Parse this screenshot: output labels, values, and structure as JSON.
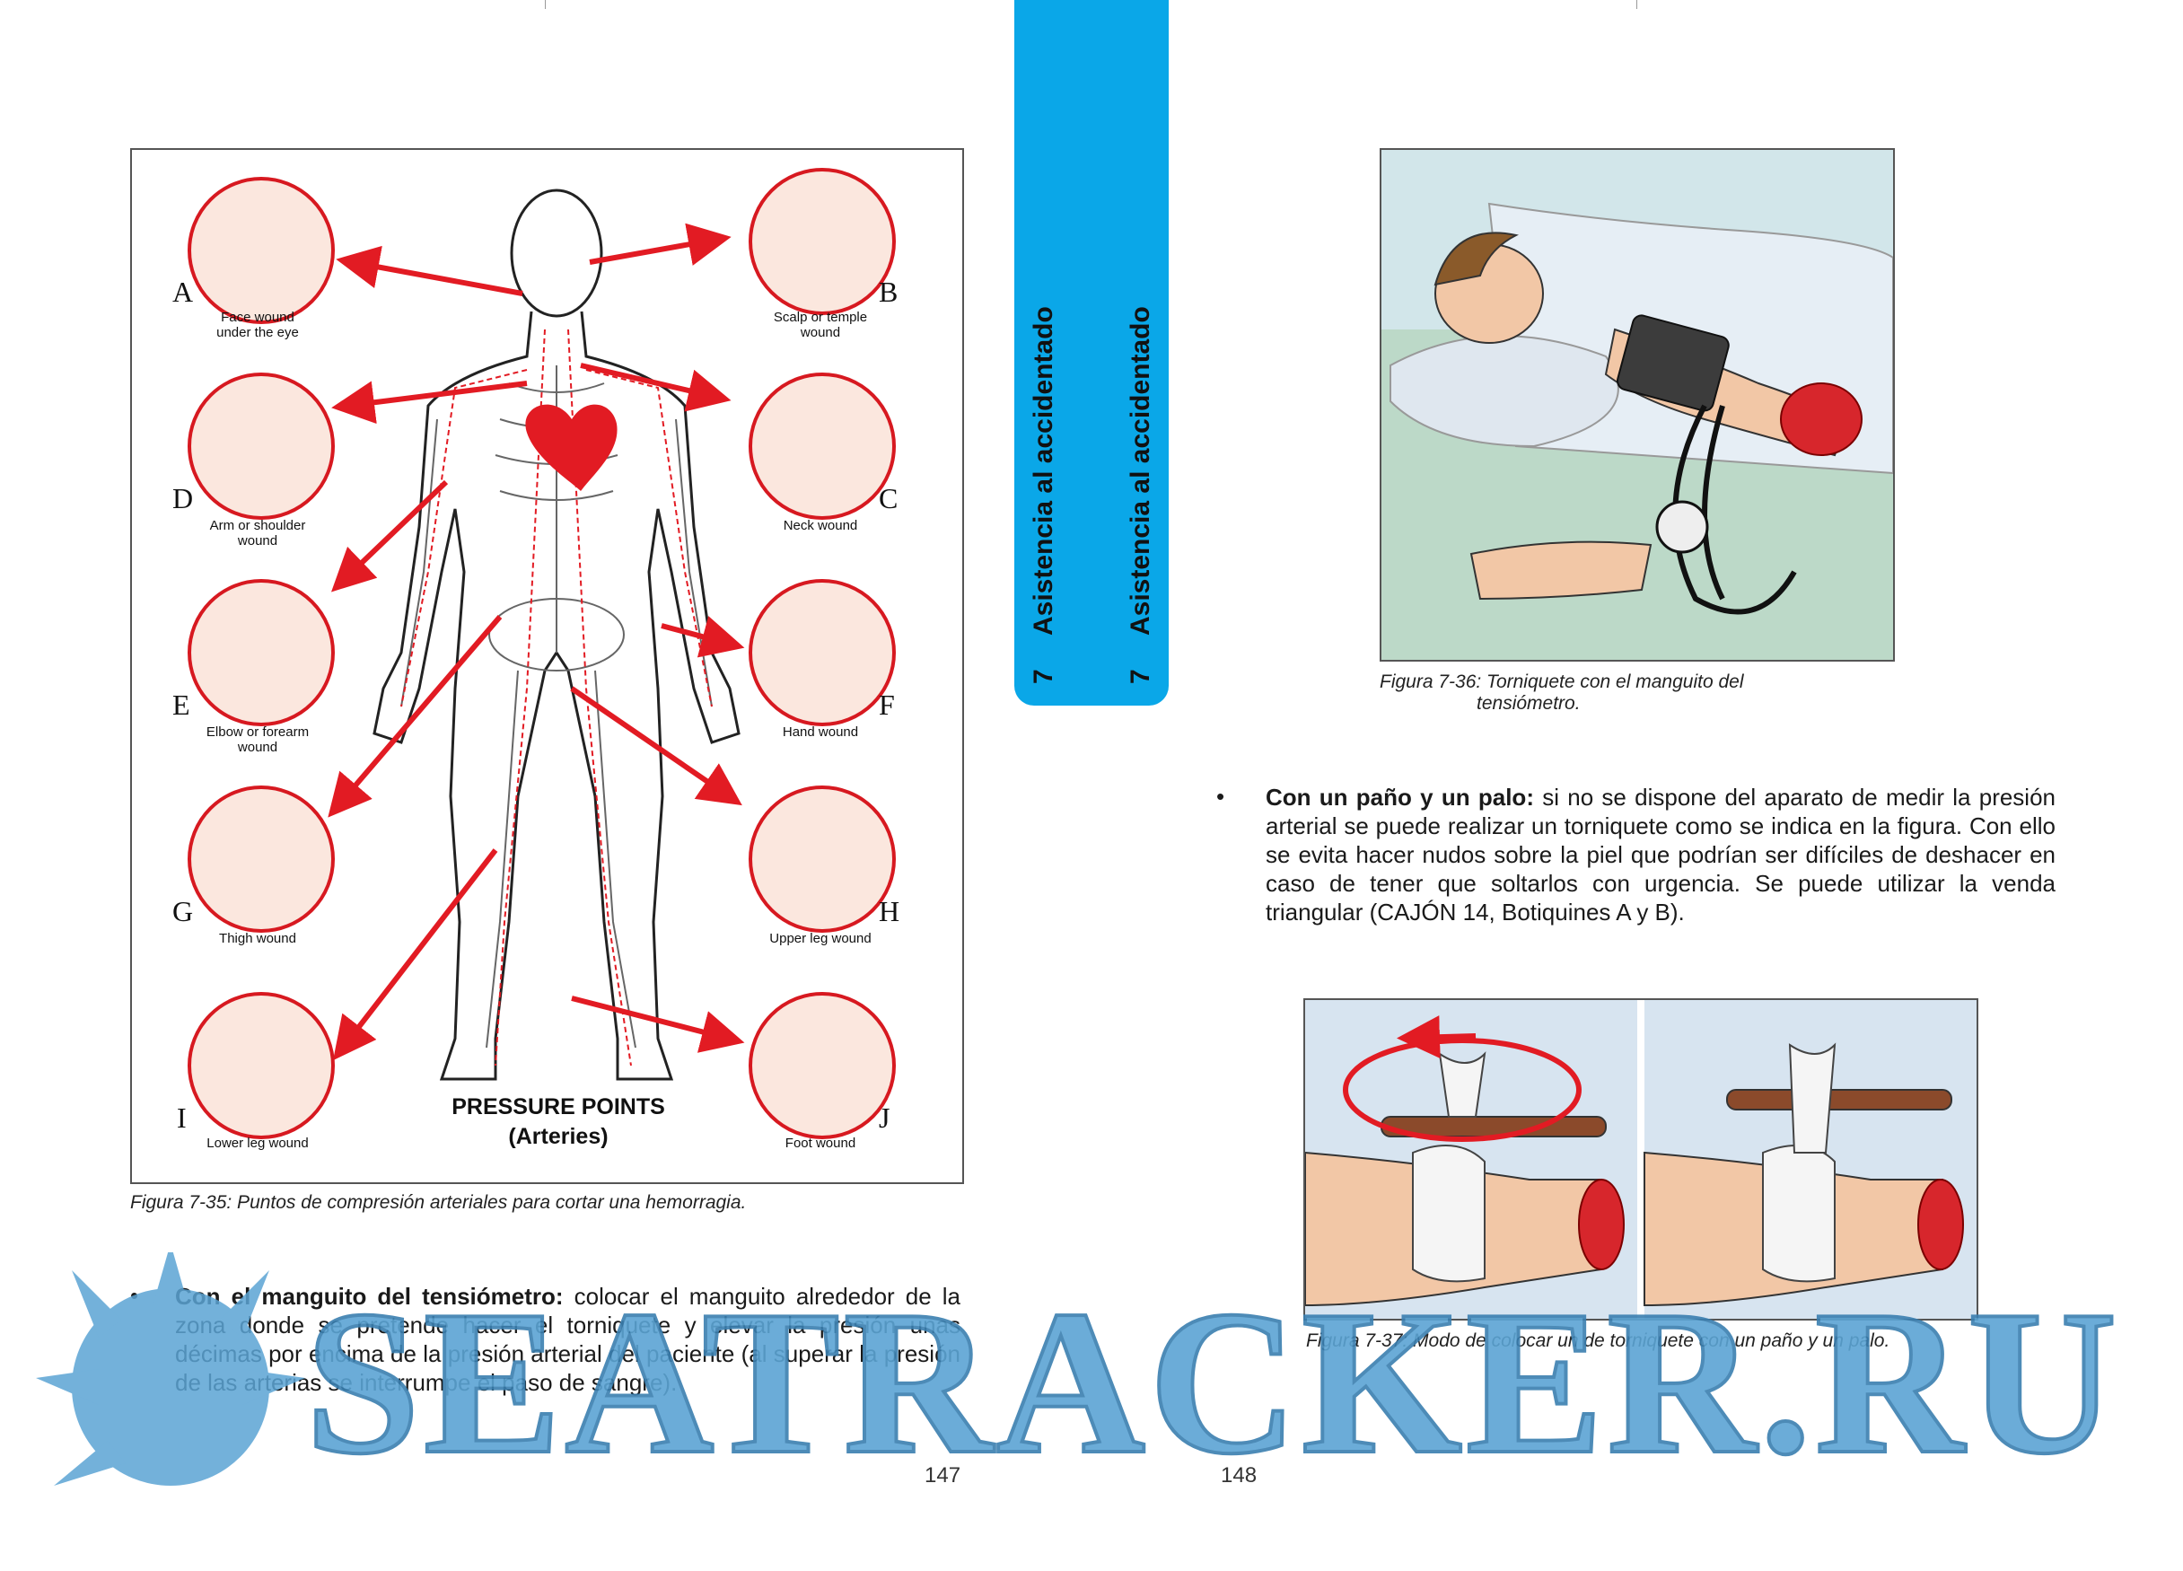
{
  "pressure_points": {
    "title_line1": "PRESSURE POINTS",
    "title_line2": "(Arteries)",
    "items": [
      {
        "letter": "A",
        "caption_line1": "Face wound",
        "caption_line2": "under the eye"
      },
      {
        "letter": "B",
        "caption_line1": "Scalp or temple",
        "caption_line2": "wound"
      },
      {
        "letter": "D",
        "caption_line1": "Arm or shoulder",
        "caption_line2": "wound"
      },
      {
        "letter": "C",
        "caption_line1": "Neck wound",
        "caption_line2": ""
      },
      {
        "letter": "E",
        "caption_line1": "Elbow or forearm",
        "caption_line2": "wound"
      },
      {
        "letter": "F",
        "caption_line1": "Hand wound",
        "caption_line2": ""
      },
      {
        "letter": "G",
        "caption_line1": "Thigh wound",
        "caption_line2": ""
      },
      {
        "letter": "H",
        "caption_line1": "Upper leg wound",
        "caption_line2": ""
      },
      {
        "letter": "I",
        "caption_line1": "Lower leg wound",
        "caption_line2": ""
      },
      {
        "letter": "J",
        "caption_line1": "Foot wound",
        "caption_line2": ""
      }
    ]
  },
  "captions": {
    "fig35": "Figura 7-35: Puntos de compresión arteriales para cortar una hemorragia.",
    "fig36_line1": "Figura 7-36: Torniquete con el manguito del",
    "fig36_line2": "tensiómetro.",
    "fig37": "Figura 7-37: Modo de colocar un de torniquete con un paño y un palo."
  },
  "left_page": {
    "bullet": "•",
    "bold": "Con el manguito del tensiómetro:",
    "text": " colocar el manguito alrededor de la zona donde se pretende hacer el torniquete y elevar la presión unas décimas por encima de la presión arterial del paciente (al superar la presión de las arterias se interrumpe el paso de sangre).",
    "page_number": "147"
  },
  "right_page": {
    "bullet": "•",
    "bold": "Con un paño y un palo:",
    "text": " si no se dispone del aparato de medir la presión arterial se puede realizar un torniquete como se indica en la figura. Con ello se evita hacer nudos sobre la piel que podrían ser difíciles de deshacer en caso de tener que soltarlos con urgencia. Se puede utilizar la venda triangular (CAJÓN 14, Botiquines A y B).",
    "page_number": "148"
  },
  "chapter_tab": {
    "number": "7",
    "title": "Asistencia al accidentado",
    "color": "#0aa7e8"
  },
  "watermark": {
    "text": "SEATRACKER.RU",
    "color": "#5ba4d4"
  }
}
